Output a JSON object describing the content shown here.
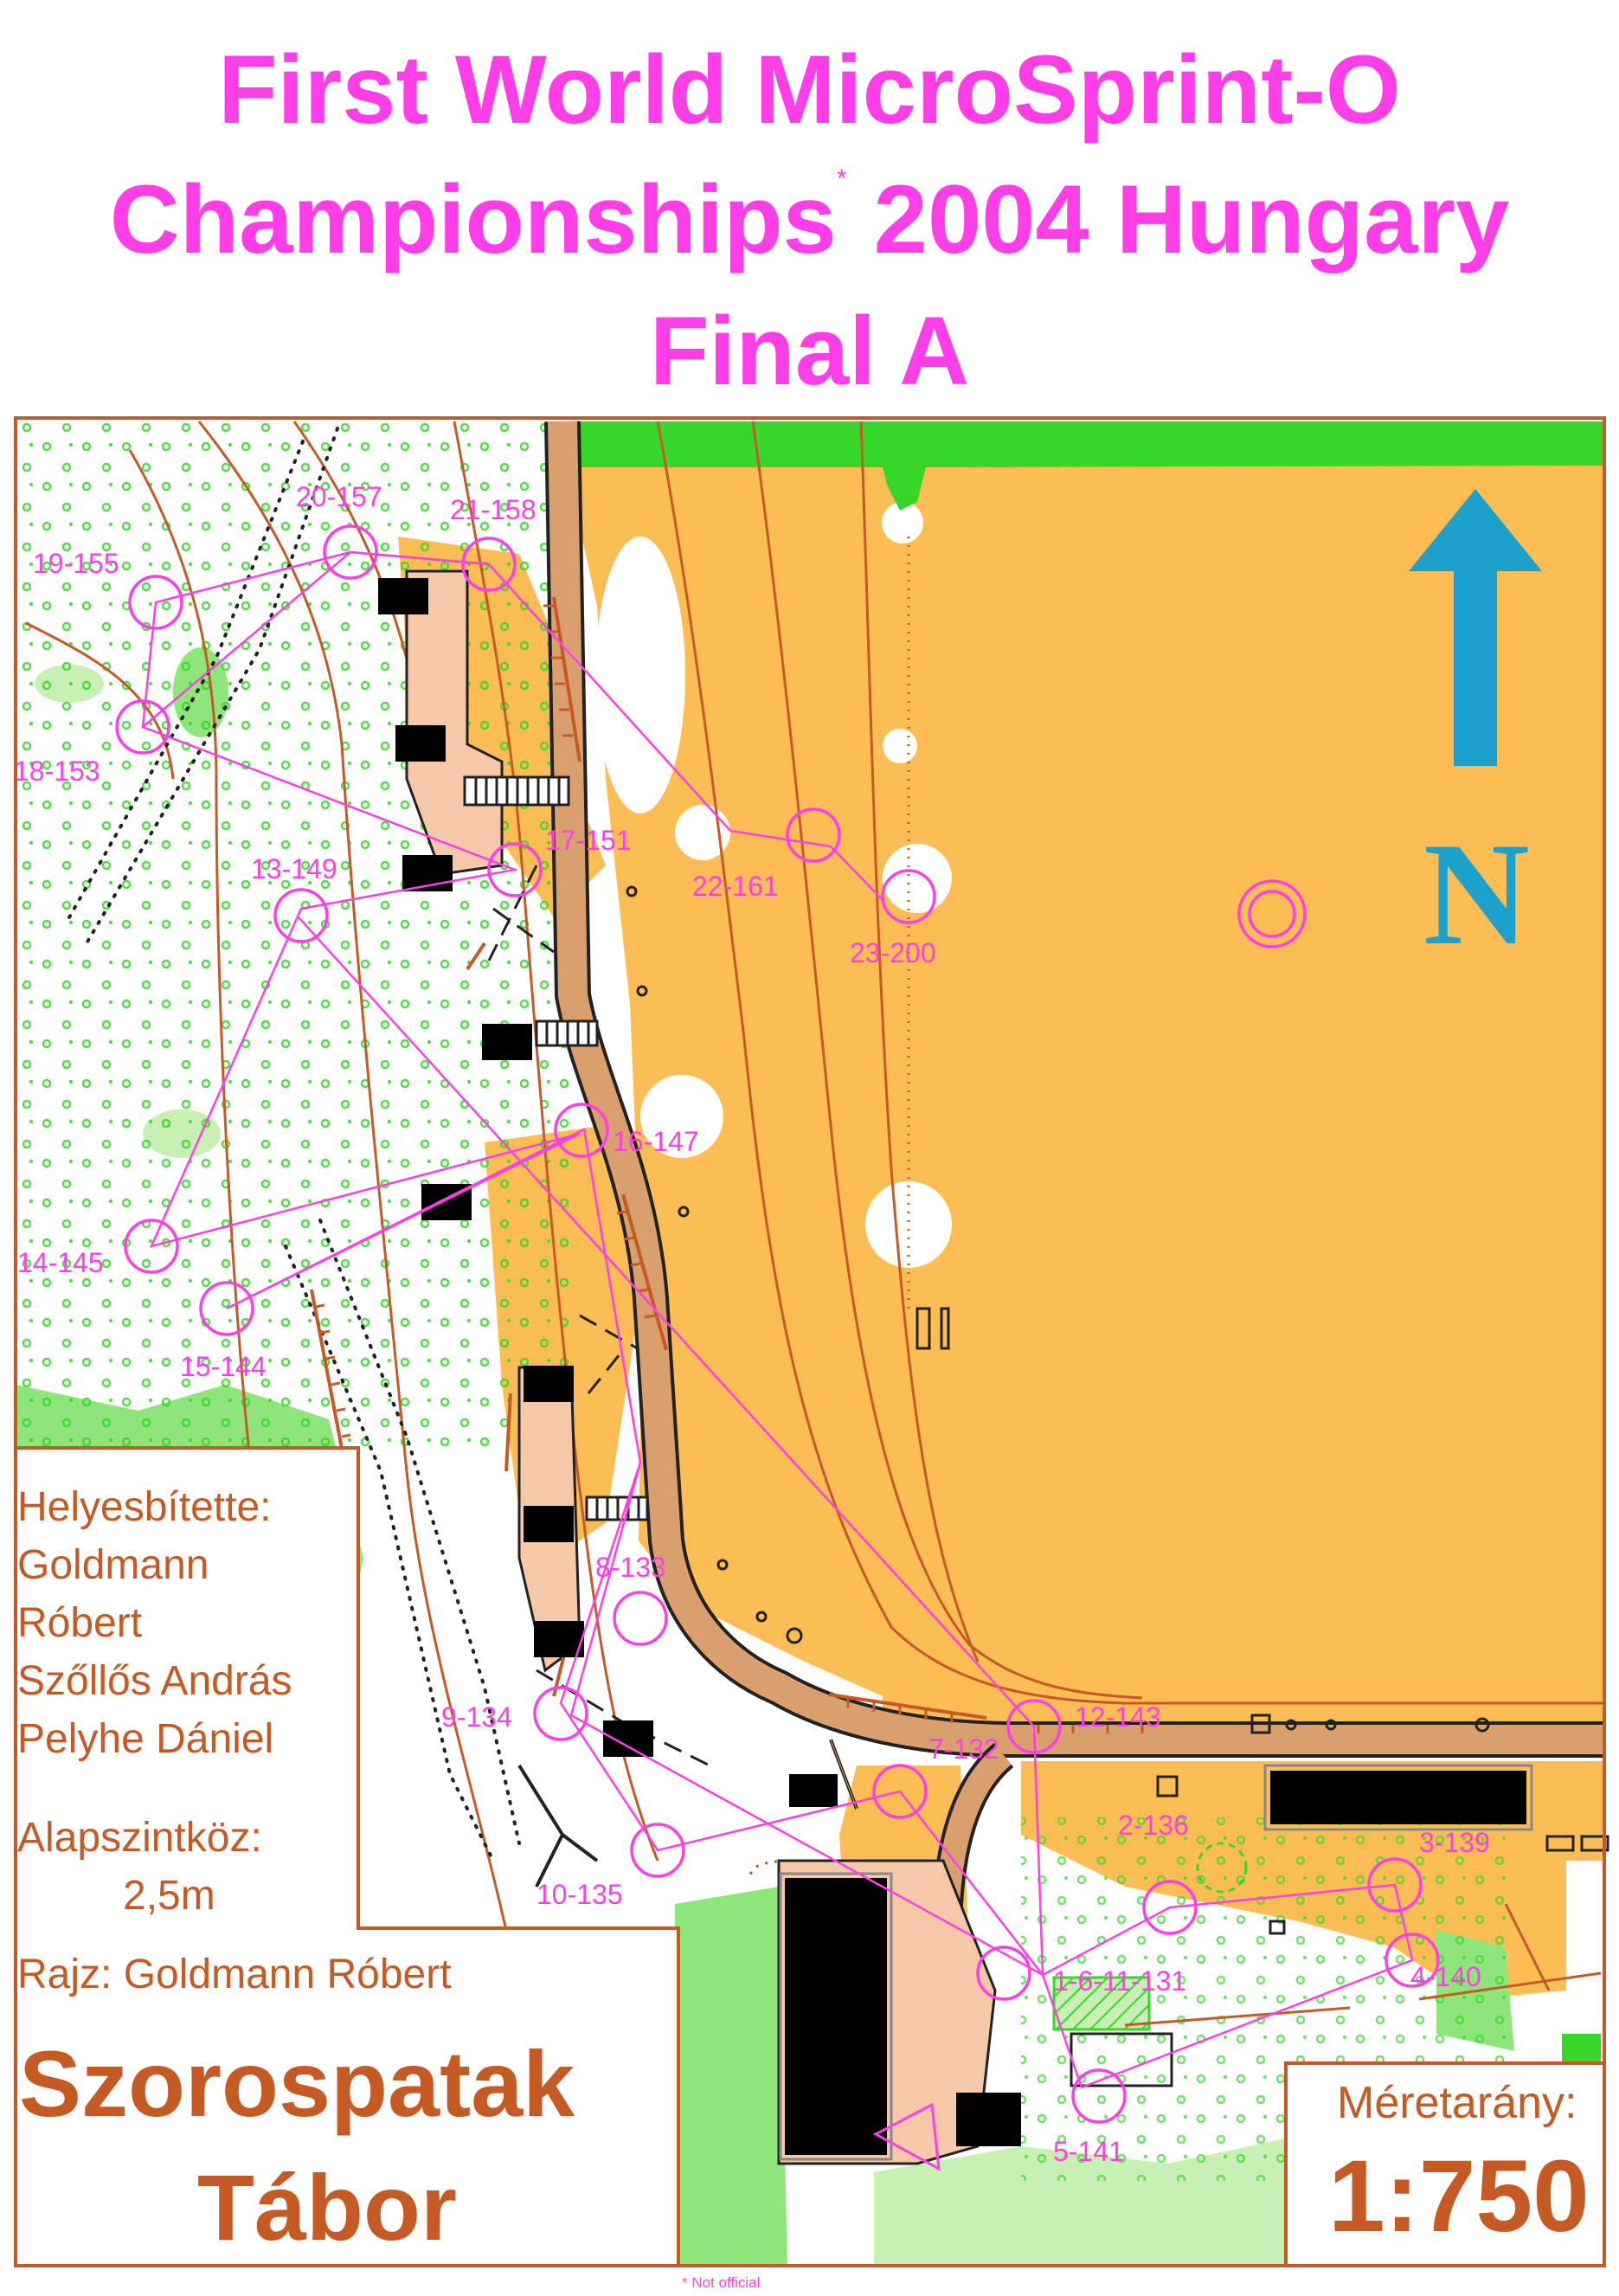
{
  "title": {
    "line1": "First World MicroSprint-O",
    "line2": "Championships",
    "line2_marker": "*",
    "line2_rest": " 2004 Hungary",
    "line3": "Final A"
  },
  "controls": [
    {
      "label": "19-155"
    },
    {
      "label": "20-157"
    },
    {
      "label": "21-158"
    },
    {
      "label": "18-153"
    },
    {
      "label": "17-151"
    },
    {
      "label": "13-149"
    },
    {
      "label": "22-161"
    },
    {
      "label": "23-200"
    },
    {
      "label": "16-147"
    },
    {
      "label": "14-145"
    },
    {
      "label": "15-144"
    },
    {
      "label": "8-133"
    },
    {
      "label": "12-143"
    },
    {
      "label": "9-134"
    },
    {
      "label": "7-132"
    },
    {
      "label": "10-135"
    },
    {
      "label": "2-136"
    },
    {
      "label": "3-139"
    },
    {
      "label": "1-6-11-131"
    },
    {
      "label": "4-140"
    },
    {
      "label": "5-141"
    }
  ],
  "north": {
    "letter": "N"
  },
  "credits": {
    "corrected_by_label": "Helyesbítette:",
    "names": [
      "Goldmann",
      "Róbert",
      "Szőllős András",
      "Pelyhe Dániel"
    ],
    "contour_label": "Alapszintköz:",
    "contour_value": "2,5m",
    "drawing": "Rajz: Goldmann Róbert"
  },
  "place": {
    "line1": "Szorospatak",
    "line2": "Tábor"
  },
  "scale": {
    "label": "Méretarány:",
    "value": "1:750"
  },
  "footnote": "* Not official",
  "colors": {
    "course": "#ff3ee8",
    "open_land": "#fdbd55",
    "green": "#36d62a",
    "light_green": "#c8f0b4",
    "brown": "#c55a24",
    "road": "#d9a06e",
    "north_arrow": "#1ea0cc"
  }
}
